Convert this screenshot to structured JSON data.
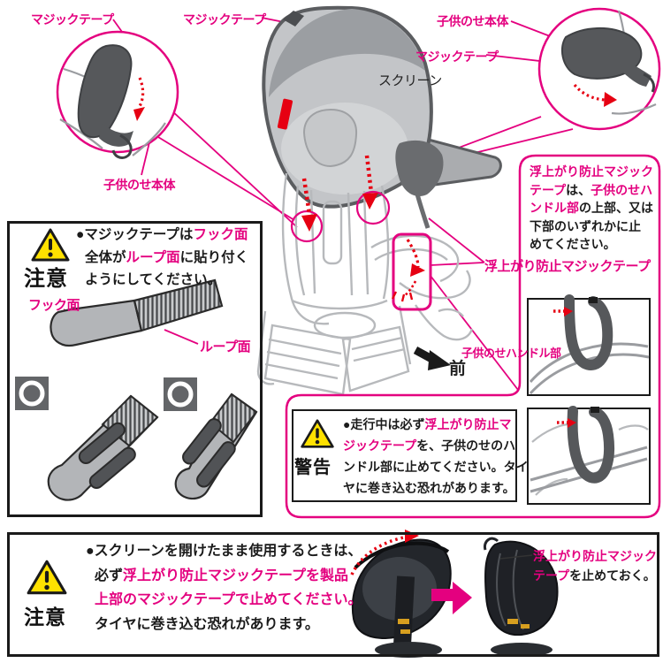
{
  "colors": {
    "accent": "#e4007f",
    "red": "#e60012",
    "triangle_yellow": "#ffe100",
    "strap_dark": "#56585b"
  },
  "labels": {
    "velcro_top_left": "マジックテープ",
    "velcro_top_center": "マジックテープ",
    "seat_body_top_right": "子供のせ本体",
    "velcro_right": "マジックテープ",
    "screen": "スクリーン",
    "seat_body_left": "子供のせ本体",
    "lift_tape_mid": "浮上がり防止マジックテープ",
    "seat_handle": "子供のせハンドル部",
    "front": "前",
    "hook_face": "フック面",
    "loop_face": "ループ面"
  },
  "left_box": {
    "title": "注意",
    "l1": [
      {
        "t": "●マジックテープは",
        "c": "k"
      },
      {
        "t": "フック面",
        "c": "m"
      }
    ],
    "l2": [
      {
        "t": "全体が",
        "c": "k"
      },
      {
        "t": "ループ面",
        "c": "m"
      },
      {
        "t": "に貼り付く",
        "c": "k"
      }
    ],
    "l3": [
      {
        "t": "ようにしてください。",
        "c": "k"
      }
    ]
  },
  "right_note": {
    "l1": [
      {
        "t": "浮上がり防止マジック",
        "c": "m"
      }
    ],
    "l2": [
      {
        "t": "テープ",
        "c": "m"
      },
      {
        "t": "は、",
        "c": "k"
      },
      {
        "t": "子供のせハ",
        "c": "m"
      }
    ],
    "l3": [
      {
        "t": "ンドル部",
        "c": "m"
      },
      {
        "t": "の上部、又は",
        "c": "k"
      }
    ],
    "l4": [
      {
        "t": "下部のいずれかに止",
        "c": "k"
      }
    ],
    "l5": [
      {
        "t": "めてください。",
        "c": "k"
      }
    ]
  },
  "warning_box": {
    "title": "警告",
    "l1": [
      {
        "t": "●走行中は必ず",
        "c": "k"
      },
      {
        "t": "浮上がり防止マ",
        "c": "m"
      }
    ],
    "l2": [
      {
        "t": "ジックテープ",
        "c": "m"
      },
      {
        "t": "を、子供のせのハ",
        "c": "k"
      }
    ],
    "l3": [
      {
        "t": "ンドル部に止めてください。タイ",
        "c": "k"
      }
    ],
    "l4": [
      {
        "t": "ヤに巻き込む恐れがあります。",
        "c": "k"
      }
    ]
  },
  "bottom_box": {
    "title": "注意",
    "l1": [
      {
        "t": "●スクリーンを開けたまま使用するときは、",
        "c": "k"
      }
    ],
    "l2": [
      {
        "t": "必ず",
        "c": "k"
      },
      {
        "t": "浮上がり防止マジックテープを製品",
        "c": "m"
      }
    ],
    "l3": [
      {
        "t": "上部のマジックテープで止めてください。",
        "c": "m"
      }
    ],
    "l4": [
      {
        "t": "タイヤに巻き込む恐れがあります。",
        "c": "k"
      }
    ],
    "cap1": [
      {
        "t": "浮上がり防止マジック",
        "c": "m"
      }
    ],
    "cap2": [
      {
        "t": "テープ",
        "c": "m"
      },
      {
        "t": "を止めておく。",
        "c": "k"
      }
    ]
  }
}
